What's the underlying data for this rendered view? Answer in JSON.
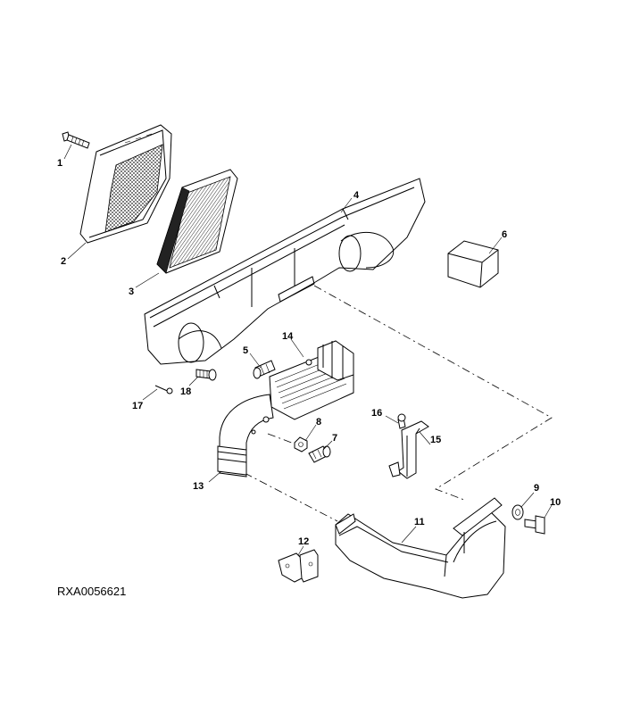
{
  "figure_ref": "RXA0056621",
  "callouts": [
    {
      "id": "1",
      "label": "1"
    },
    {
      "id": "2",
      "label": "2"
    },
    {
      "id": "3",
      "label": "3"
    },
    {
      "id": "4",
      "label": "4"
    },
    {
      "id": "5",
      "label": "5"
    },
    {
      "id": "6",
      "label": "6"
    },
    {
      "id": "7",
      "label": "7"
    },
    {
      "id": "8",
      "label": "8"
    },
    {
      "id": "9",
      "label": "9"
    },
    {
      "id": "10",
      "label": "10"
    },
    {
      "id": "11",
      "label": "11"
    },
    {
      "id": "12",
      "label": "12"
    },
    {
      "id": "13",
      "label": "13"
    },
    {
      "id": "14",
      "label": "14"
    },
    {
      "id": "15",
      "label": "15"
    },
    {
      "id": "16",
      "label": "16"
    },
    {
      "id": "17",
      "label": "17"
    },
    {
      "id": "18",
      "label": "18"
    }
  ]
}
